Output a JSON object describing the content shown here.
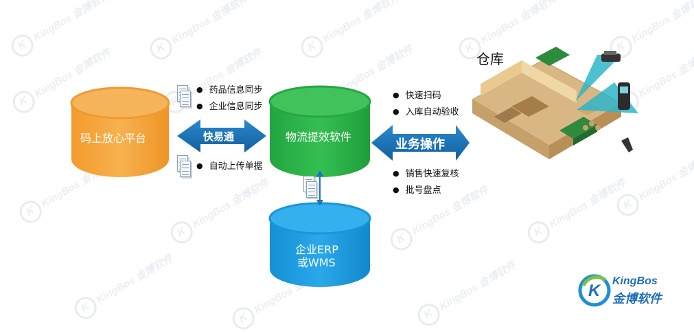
{
  "nodes": {
    "platform": "码上放心平台",
    "logistics": "物流提效软件",
    "erp_line1": "企业ERP",
    "erp_line2": "或WMS"
  },
  "connectors": {
    "left_arrow": "快易通",
    "right_arrow": "业务操作"
  },
  "sync_items": [
    "药品信息同步",
    "企业信息同步"
  ],
  "upload_items": [
    "自动上传单据"
  ],
  "ops_top": [
    "快速扫码",
    "入库自动验收"
  ],
  "ops_bottom": [
    "销售快速复核",
    "批号盘点"
  ],
  "warehouse_label": "仓库",
  "logo": {
    "brand": "KingBos",
    "cn": "金博软件"
  },
  "colors": {
    "platform": "#f5a742",
    "logistics": "#2db24a",
    "erp": "#1f9de0",
    "arrow": "#1a75bb"
  }
}
